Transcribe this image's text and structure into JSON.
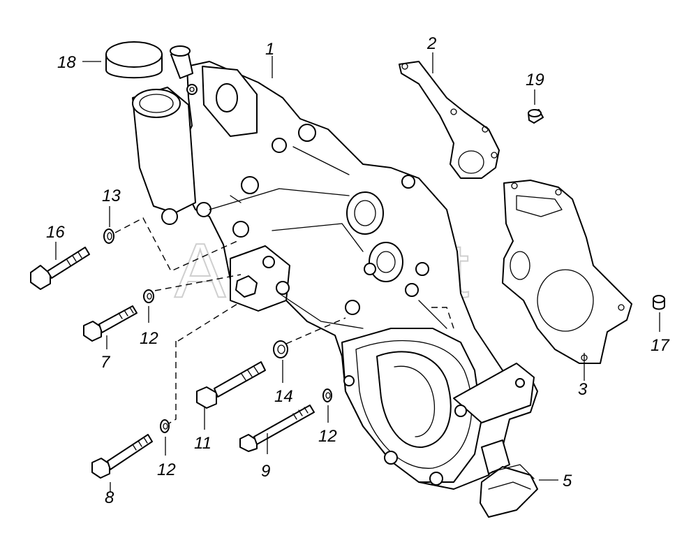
{
  "watermark": "AutoSoft",
  "callouts": {
    "c1": "1",
    "c2": "2",
    "c3": "3",
    "c5": "5",
    "c7": "7",
    "c8": "8",
    "c9": "9",
    "c11": "11",
    "c12a": "12",
    "c12b": "12",
    "c12c": "12",
    "c13": "13",
    "c14": "14",
    "c16": "16",
    "c17": "17",
    "c18": "18",
    "c19": "19"
  }
}
